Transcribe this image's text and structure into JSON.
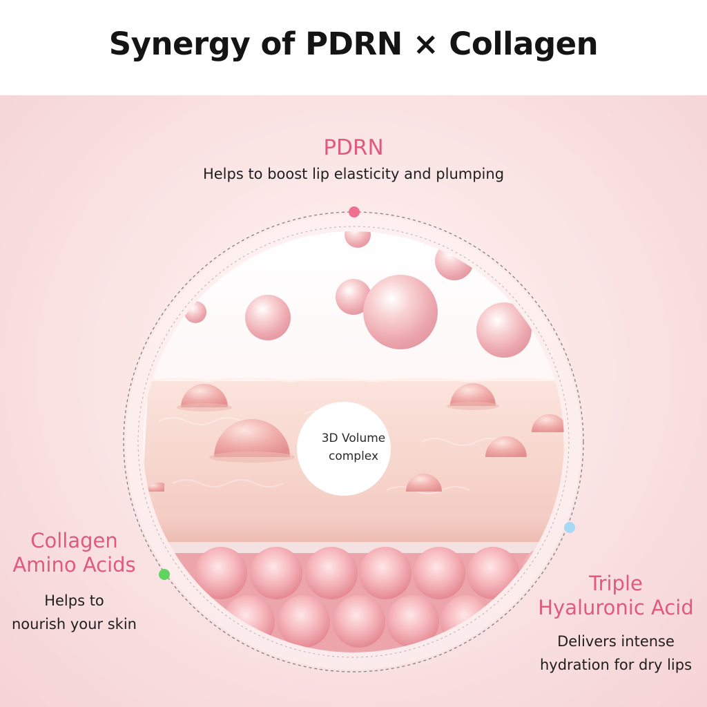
{
  "header": {
    "title": "Synergy of PDRN × Collagen"
  },
  "center": {
    "line1": "3D Volume",
    "line2": "complex"
  },
  "labels": {
    "pdrn": {
      "title": "PDRN",
      "description": "Helps to boost lip elasticity and plumping"
    },
    "collagen": {
      "title_line1": "Collagen",
      "title_line2": "Amino Acids",
      "desc_line1": "Helps to",
      "desc_line2": "nourish your skin"
    },
    "hyaluronic": {
      "title_line1": "Triple",
      "title_line2": "Hyaluronic Acid",
      "desc_line1": "Delivers intense",
      "desc_line2": "hydration for dry lips"
    }
  },
  "colors": {
    "accent_title": "#e05a7c",
    "pdrn_dot": "#ef6f8e",
    "collagen_dot": "#5fd35f",
    "hyaluronic_dot": "#a7d8f5",
    "background_pink": "#f7dada"
  },
  "icons": [
    "pdrn-marker-dot",
    "collagen-marker-dot",
    "hyaluronic-marker-dot"
  ]
}
